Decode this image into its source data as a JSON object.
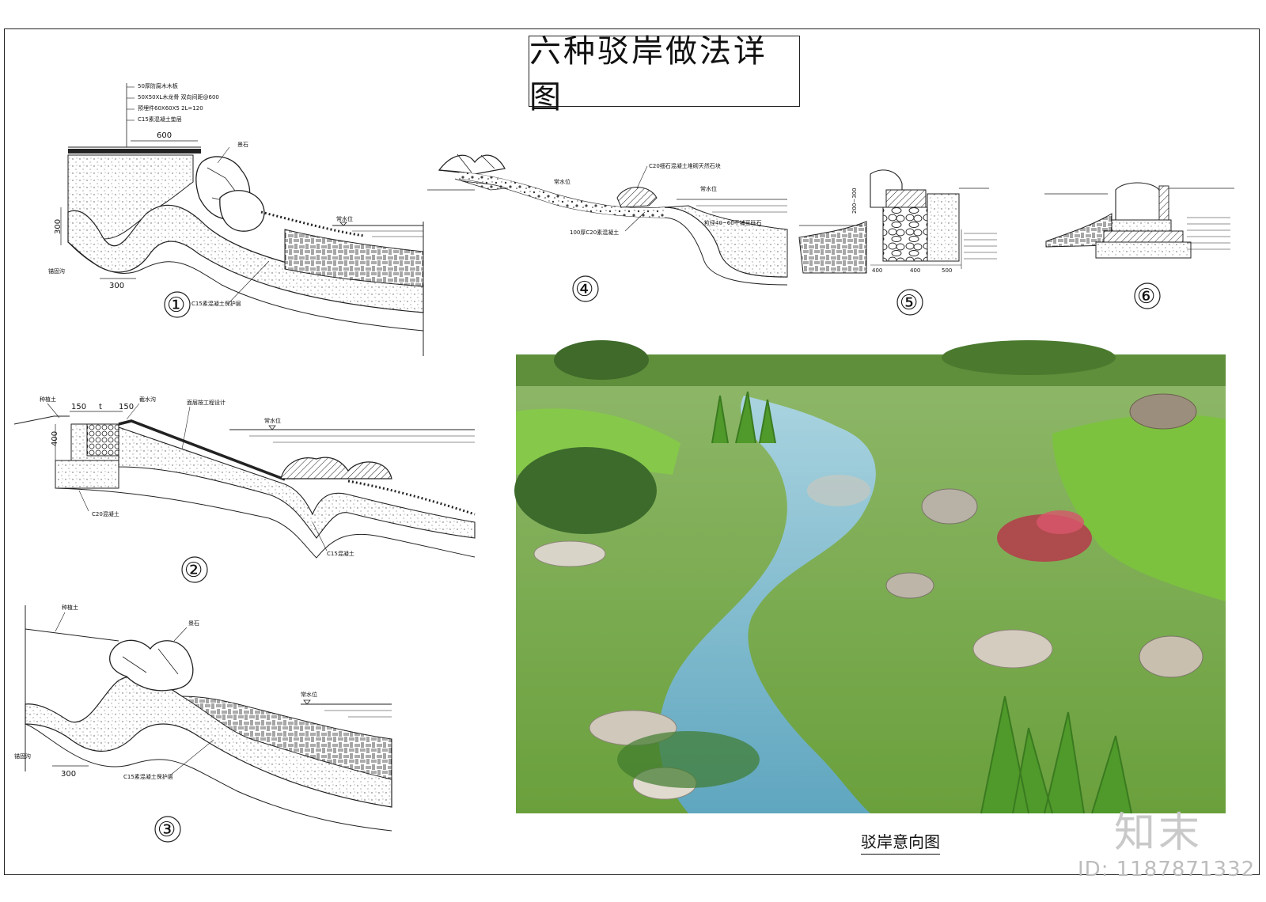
{
  "title": "六种驳岸做法详图",
  "photo_caption": "驳岸意向图",
  "watermark": {
    "logo": "知末",
    "id": "ID: 1187871332"
  },
  "details": [
    {
      "number": "①",
      "labels": [
        "50厚防腐木木板",
        "50X50XL木龙骨 双向间距@600",
        "预埋件60X60X5 2L=120",
        "C15素混凝土垫层",
        "景石",
        "常水位",
        "锚固沟",
        "C15素混凝土保护层"
      ],
      "dims": [
        "600",
        "300",
        "300"
      ]
    },
    {
      "number": "②",
      "labels": [
        "种植土",
        "截水沟",
        "面层按工程设计",
        "常水位",
        "C20混凝土",
        "C15混凝土"
      ],
      "dims": [
        "150",
        "t",
        "150",
        "400"
      ]
    },
    {
      "number": "③",
      "labels": [
        "种植土",
        "景石",
        "常水位",
        "锚固沟",
        "C15素混凝土保护层"
      ],
      "dims": [
        "300"
      ]
    },
    {
      "number": "④",
      "labels": [
        "常水位",
        "C20细石混凝土堆砌天然石块",
        "常水位",
        "粒径40~60干铺豆砾石",
        "100厚C20素混凝土"
      ],
      "dims": []
    },
    {
      "number": "⑤",
      "labels": [],
      "dims": [
        "400",
        "400",
        "500",
        "200~300"
      ]
    },
    {
      "number": "⑥",
      "labels": [],
      "dims": []
    }
  ]
}
